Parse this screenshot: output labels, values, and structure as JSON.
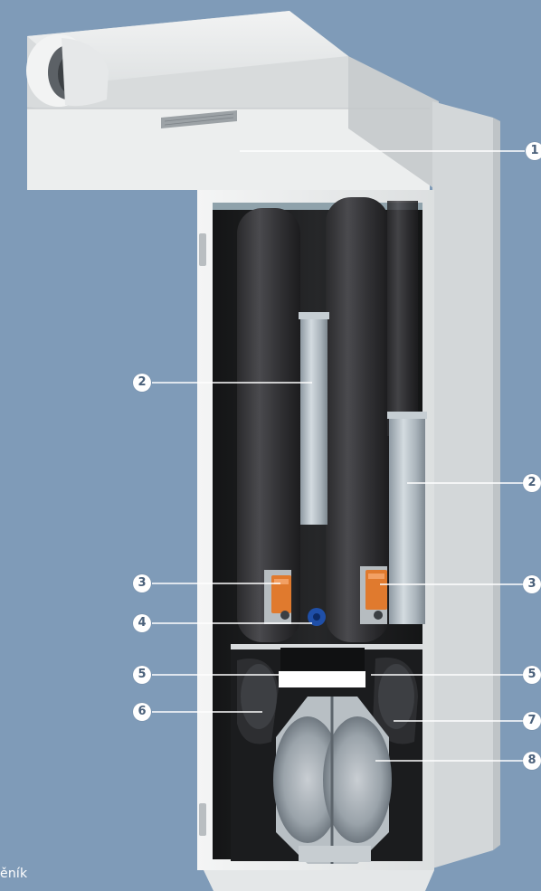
{
  "image": {
    "subject": "ventilation unit with heat recovery, front panel removed",
    "background_color": "#7f9bb8",
    "accent_color": "#e07a2e"
  },
  "callouts": [
    {
      "id": "c1-top",
      "number": "1"
    },
    {
      "id": "c2-left",
      "number": "2"
    },
    {
      "id": "c2-right",
      "number": "2"
    },
    {
      "id": "c3-left",
      "number": "3"
    },
    {
      "id": "c3-right",
      "number": "3"
    },
    {
      "id": "c4-left",
      "number": "4"
    },
    {
      "id": "c5-left",
      "number": "5"
    },
    {
      "id": "c5-right",
      "number": "5"
    },
    {
      "id": "c6-left",
      "number": "6"
    },
    {
      "id": "c7-right",
      "number": "7"
    },
    {
      "id": "c8-right",
      "number": "8"
    }
  ],
  "caption": "ěník"
}
